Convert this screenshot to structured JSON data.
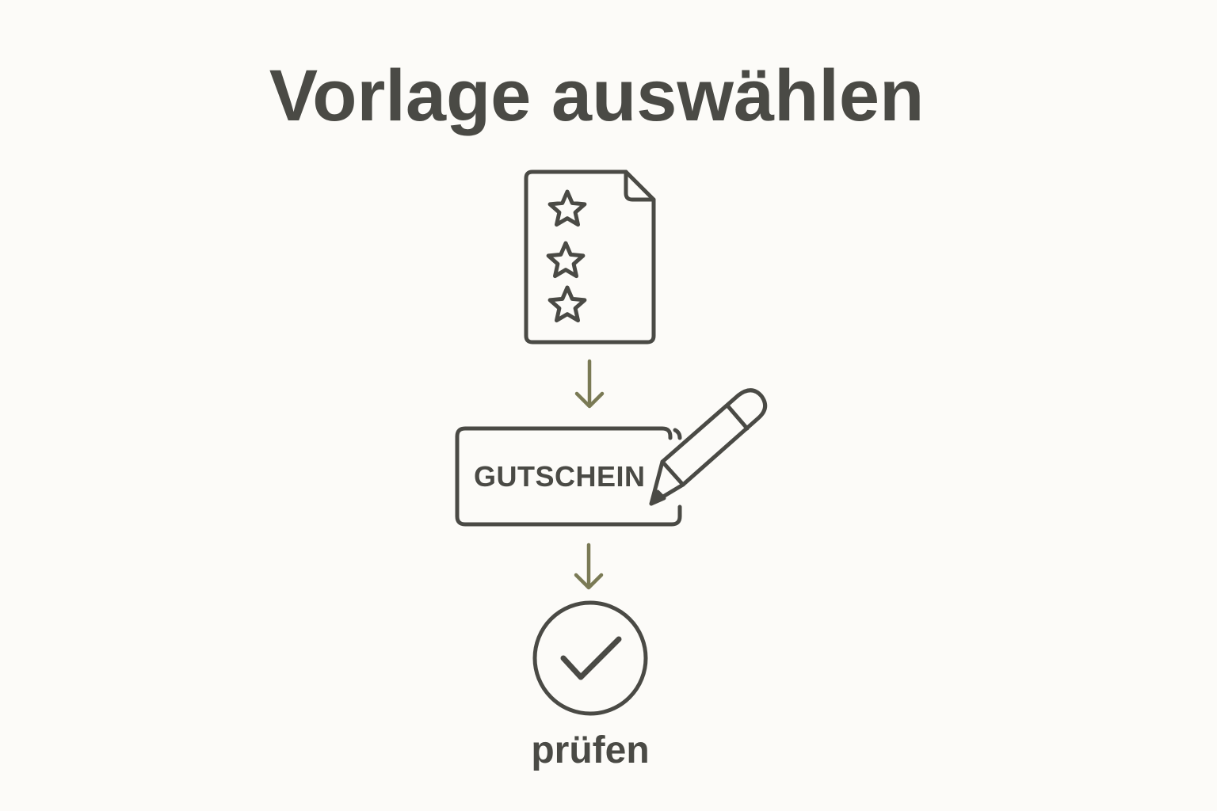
{
  "title": "Vorlage auswählen",
  "steps": [
    {
      "icon": "star-document-icon",
      "label": ""
    },
    {
      "icon": "voucher-pencil-icon",
      "label": "GUTSCHEIN"
    },
    {
      "icon": "check-circle-icon",
      "label": "prüfen"
    }
  ],
  "colors": {
    "background": "#fcfbf8",
    "stroke": "#4a4a45",
    "arrow": "#7a7a55"
  }
}
